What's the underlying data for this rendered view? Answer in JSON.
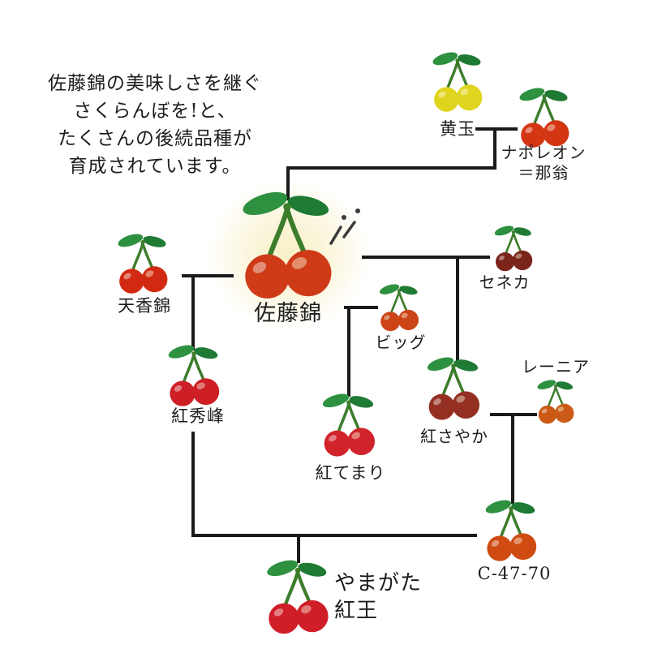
{
  "intro": {
    "lines": [
      "佐藤錦の美味しさを継ぐ",
      "さくらんぼを!と、",
      "たくさんの後続品種が",
      "育成されています。"
    ]
  },
  "nodes": {
    "kidama": {
      "label": "黄玉",
      "color": "#e0d41e"
    },
    "napoleon": {
      "lines": [
        "ナポレオン",
        "＝那翁"
      ],
      "color": "#d43513"
    },
    "satonishiki": {
      "label": "佐藤錦",
      "color": "#ce3b16"
    },
    "tenkanishiki": {
      "label": "天香錦",
      "color": "#d22a12"
    },
    "seneca": {
      "label": "セネカ",
      "color": "#7b241a"
    },
    "big": {
      "label": "ビッグ",
      "color": "#cb4516"
    },
    "benishuho": {
      "label": "紅秀峰",
      "color": "#cd1f25"
    },
    "benitemari": {
      "label": "紅てまり",
      "color": "#d0232b"
    },
    "benisayaka": {
      "label": "紅さやか",
      "color": "#943022"
    },
    "rainier": {
      "label": "レーニア",
      "color": "#ca5a16"
    },
    "c4770": {
      "label": "C-47-70",
      "color": "#cf4b12"
    },
    "yamagata_benio": {
      "lines": [
        "やまがた",
        "紅王"
      ],
      "color": "#cf1e28"
    }
  },
  "edges": [
    {
      "parents": [
        "黄玉",
        "ナポレオン＝那翁"
      ],
      "child": "佐藤錦"
    },
    {
      "parents": [
        "佐藤錦",
        "天香錦"
      ],
      "child": "紅秀峰"
    },
    {
      "parents": [
        "佐藤錦",
        "ビッグ"
      ],
      "child": "紅てまり"
    },
    {
      "parents": [
        "佐藤錦",
        "セネカ"
      ],
      "child": "紅さやか"
    },
    {
      "parents": [
        "紅さやか",
        "レーニア"
      ],
      "child": "C-47-70"
    },
    {
      "parents": [
        "紅秀峰",
        "C-47-70"
      ],
      "child": "やまがた紅王"
    }
  ],
  "colors": {
    "line": "#1a1a1a",
    "leaf_light": "#2e9140",
    "leaf_dark": "#1f7a33",
    "stem": "#3c7d2b",
    "glow": "#f8f0c6",
    "background": "#ffffff"
  }
}
